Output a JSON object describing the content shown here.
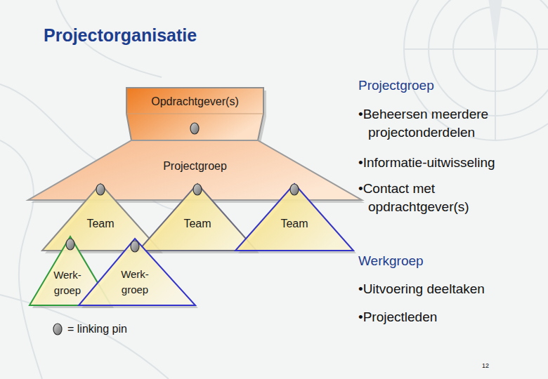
{
  "diagram": {
    "title": "Projectorganisatie",
    "nodes": [
      {
        "text": [
          "Opdrachtgever(s)"
        ]
      },
      {
        "text": [
          "Projectgroep"
        ]
      },
      {
        "text": [
          "Team"
        ]
      },
      {
        "text": [
          "Team"
        ]
      },
      {
        "text": [
          "Team"
        ]
      },
      {
        "text": [
          "Werk- groep"
        ]
      },
      {
        "text": [
          "Werk- groep"
        ]
      }
    ],
    "labels": [
      "Projectgroep",
      "•Beheersen meerdere projectonderdelen",
      "•Informatie-uitwisseling",
      "•Contact met opdrachtgever(s)",
      "Werkgroep",
      "•Uitvoering deeltaken",
      "•Projectleden",
      "12"
    ],
    "legend": [
      {
        "text": "= linking pin"
      }
    ]
  }
}
